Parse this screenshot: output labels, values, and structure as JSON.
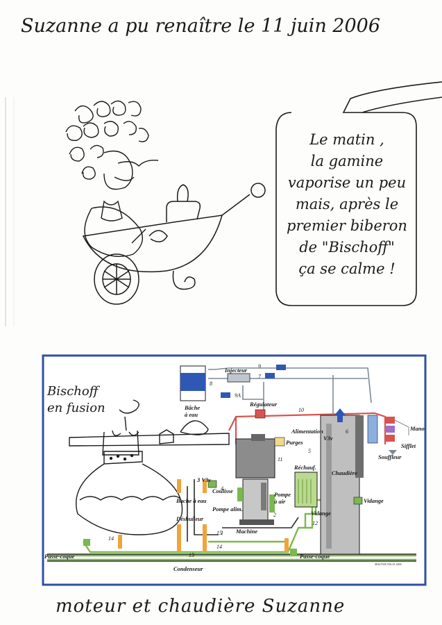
{
  "title": "Suzanne a pu renaître le 11 juin 2006",
  "speech_bubble": {
    "lines": [
      "Le matin ,",
      "la gamine",
      "vaporise un peu",
      "mais, après le",
      "premier biberon",
      "de \"Bischoff\"",
      "ça se calme !"
    ]
  },
  "bottle_label": {
    "lines": [
      "Bischoff",
      "en fusion"
    ]
  },
  "diagram": {
    "labels": {
      "bache_top": "Bâche",
      "bache_top2": "à eau",
      "injecteur": "Injecteur",
      "regulateur": "Régulateur",
      "alimentation": "Alimentation",
      "v3v_top": "V3v",
      "purges": "Purges",
      "chaudiere": "Chaudière",
      "rechauf": "Réchauf.",
      "souffleur": "Souffleur",
      "sifflet": "Sifflet",
      "mano": "Mano",
      "coulisse": "Coulisse",
      "pompe_air": "Pompe",
      "pompe_air2": "à air",
      "bache_eau": "Bache à eau",
      "deshuileur": "Déshuileur",
      "pompe_alim": "Pompe alim.",
      "machine": "Machine",
      "v3v_left": "3 V3v",
      "vidange1": "Vidange",
      "vidange2": "Vidange",
      "passe_coque_left": "Passe-coque",
      "passe_coque_right": "Passe-coque",
      "condenseur": "Condenseur",
      "copyright": "MAG7038 VDt-01 2006"
    },
    "numbers": {
      "n1": "1",
      "n4": "4",
      "n5": "5",
      "n6": "6",
      "n7": "7",
      "n8": "8",
      "n9": "9",
      "n9a": "9A",
      "n10": "10",
      "n11": "11",
      "n12": "12",
      "n13": "13",
      "n14a": "14",
      "n14b": "14",
      "n15": "15",
      "n2": "2"
    },
    "colors": {
      "steam": "#d9534f",
      "water": "#7bb84f",
      "frame_blue": "#2e4fa3",
      "tank_blue": "#2f58b5",
      "orange": "#f0a43a",
      "purple": "#a070c8"
    }
  },
  "footer": "moteur et chaudière Suzanne"
}
